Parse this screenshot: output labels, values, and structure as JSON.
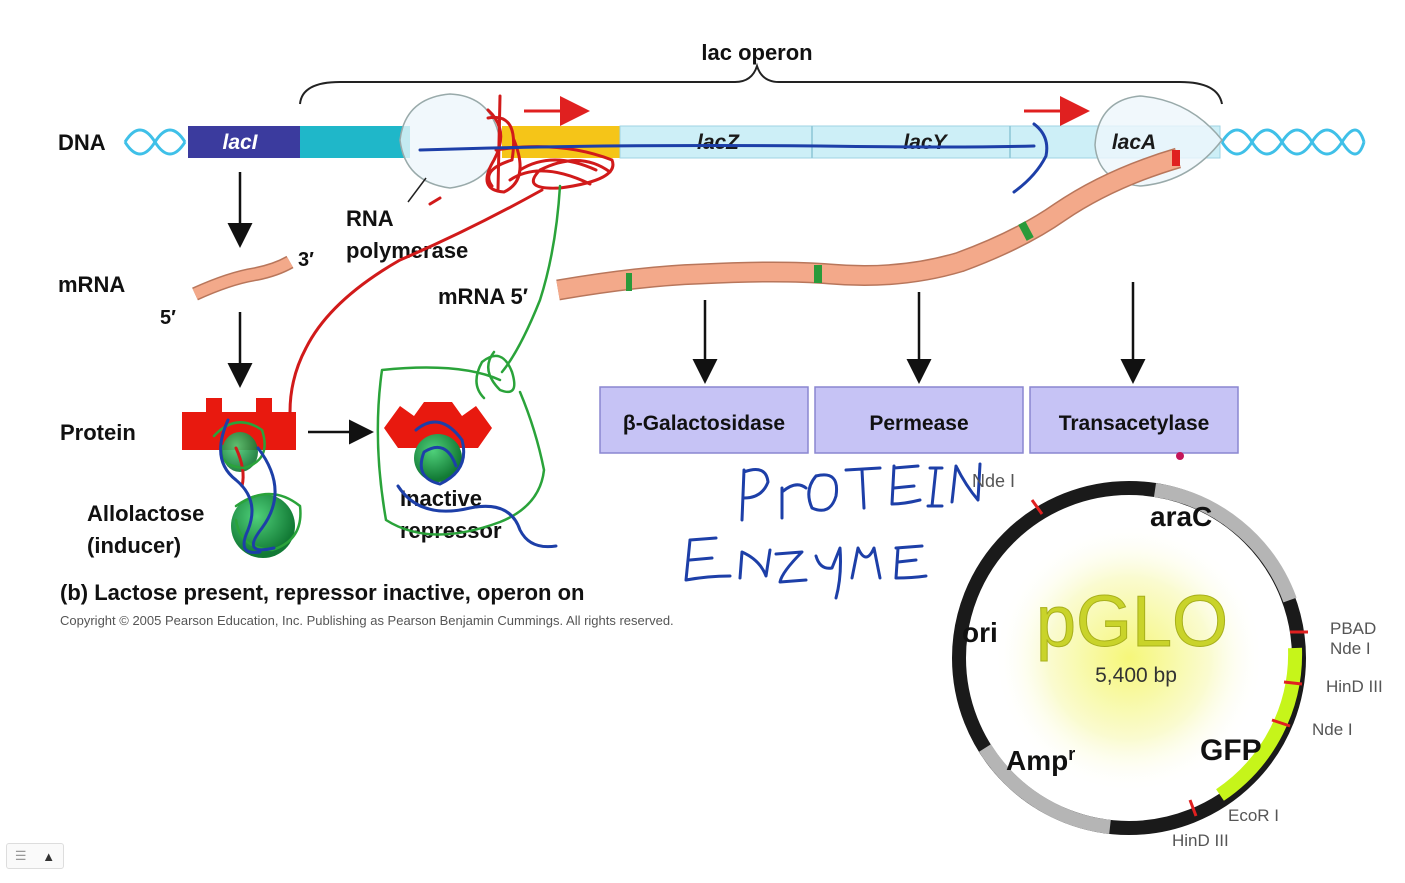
{
  "operon": {
    "title": "lac operon",
    "dna_label": "DNA",
    "genes": {
      "laci": "lacI",
      "lacz": "lacZ",
      "lacy": "lacY",
      "laca": "lacA"
    },
    "rna_polymerase": [
      "RNA",
      "polymerase"
    ],
    "mrna_left": {
      "label": "mRNA",
      "three_prime": "3′",
      "five_prime": "5′"
    },
    "mrna_main_label": "mRNA 5′",
    "protein_label": "Protein",
    "inducer_label": [
      "Allolactose",
      "(inducer)"
    ],
    "inactive_label": [
      "Inactive",
      "repressor"
    ],
    "enzymes": [
      "β-Galactosidase",
      "Permease",
      "Transacetylase"
    ],
    "caption": "(b) Lactose present, repressor inactive, operon on",
    "copyright": "Copyright © 2005 Pearson Education, Inc. Publishing as Pearson Benjamin Cummings. All rights reserved.",
    "colors": {
      "laci": "#3b3b9e",
      "promoter": "#1fb7c9",
      "operator": "#f5c518",
      "genes": "#cdeff7",
      "mrna": "#f3a98a",
      "enzyme_box": "#c6c3f5",
      "repressor": "#e8190f",
      "inducer": "#1e9a4a"
    }
  },
  "plasmid": {
    "name": "pGLO",
    "size": "5,400 bp",
    "genes": {
      "arac": "araC",
      "ori": "ori",
      "amp": "Amp",
      "amp_sup": "r",
      "gfp": "GFP"
    },
    "sites": {
      "nde_top": "Nde I",
      "pbad": "PBAD",
      "nde_right": "Nde I",
      "hind_right": "HinD III",
      "nde_lower": "Nde I",
      "ecor": "EcoR I",
      "hind_bottom": "HinD III"
    },
    "colors": {
      "gfp": "#c6f51a",
      "glow": "#f2f58c"
    }
  },
  "handwriting": [
    "PROTEIN",
    "ENZYME"
  ],
  "controls": {
    "up_arrow": "▲"
  }
}
